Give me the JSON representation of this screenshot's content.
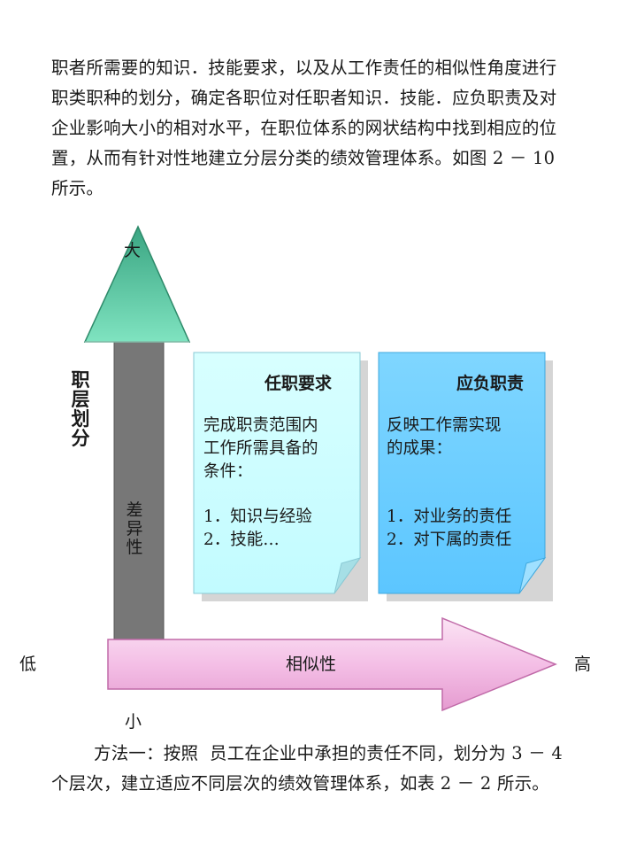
{
  "intro_lines": [
    "职者所需要的知识．技能要求，以及从工作责任的相似性角度进行",
    "职类职种的划分，确定各职位对任职者知识．技能．应负职责及对",
    "企业影响大小的相对水平，在职位体系的网状结构中找到相应的位",
    "置，从而有针对性地建立分层分类的绩效管理体系。如图 2 － 10",
    "所示。"
  ],
  "diagram": {
    "vertical_axis": {
      "top_label": "大",
      "bottom_label": "小",
      "title": "职层划分",
      "arrow_label": "差异性"
    },
    "horizontal_axis": {
      "left_label": "低",
      "right_label": "高",
      "arrow_label": "相似性"
    },
    "cards": [
      {
        "title": "任职要求",
        "body": [
          "完成职责范围内",
          "工作所需具备的",
          "条件："
        ],
        "items": [
          "1．知识与经验",
          "2．技能…"
        ],
        "color": "#ccffff"
      },
      {
        "title": "应负职责",
        "body": [
          "反映工作需实现",
          "的成果："
        ],
        "items": [
          "1．对业务的责任",
          "2．对下属的责任"
        ],
        "color": "#66ccff"
      }
    ],
    "colors": {
      "up_arrow_head": "#5ccfa8",
      "up_arrow_shaft": "#7a7a7a",
      "right_arrow": "#f4bfe6"
    }
  },
  "method_lines": [
    "方法一：按照  员工在企业中承担的责任不同，划分为 3 － 4",
    "个层次，建立适应不同层次的绩效管理体系，如表 2 － 2 所示。"
  ]
}
